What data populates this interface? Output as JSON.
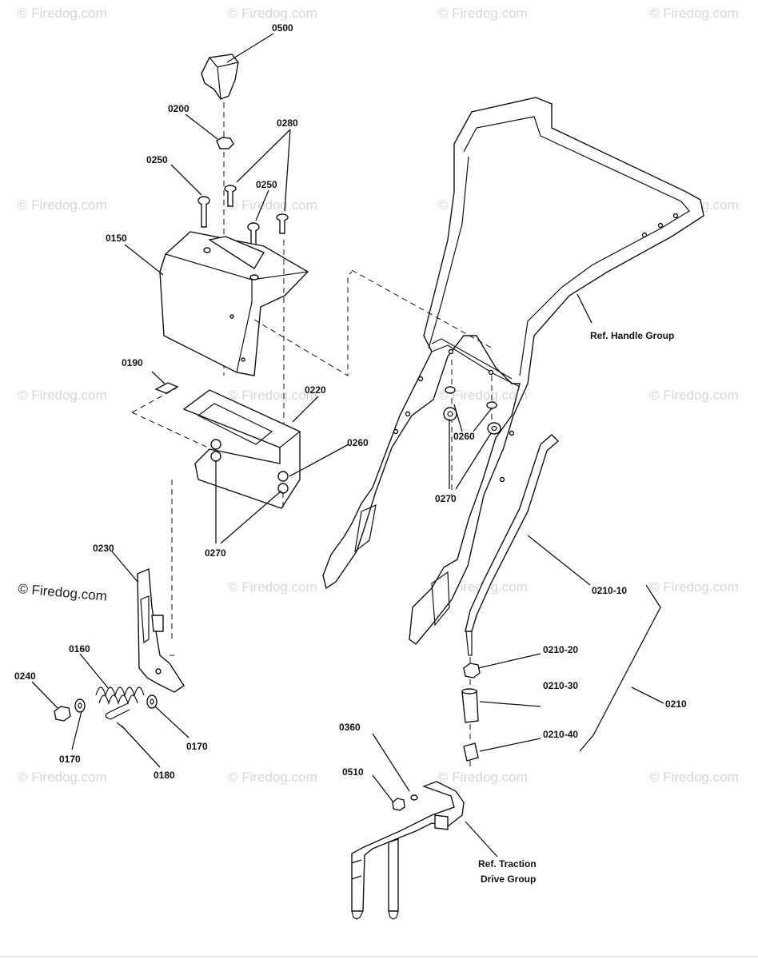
{
  "watermark": "© Firedog.com",
  "labels": {
    "p0500": "0500",
    "p0200": "0200",
    "p0280": "0280",
    "p0250a": "0250",
    "p0250b": "0250",
    "p0150": "0150",
    "p0190": "0190",
    "p0220": "0220",
    "p0260a": "0260",
    "p0270a": "0270",
    "p0230": "0230",
    "p0160": "0160",
    "p0240": "0240",
    "p0170a": "0170",
    "p0170b": "0170",
    "p0180": "0180",
    "handle_group": "Ref. Handle Group",
    "p0260b": "0260",
    "p0270b": "0270",
    "p0210_10": "0210-10",
    "p0210_20": "0210-20",
    "p0210_30": "0210-30",
    "p0210_40": "0210-40",
    "p0210": "0210",
    "p0360": "0360",
    "p0510": "0510",
    "traction_line1": "Ref. Traction",
    "traction_line2": "Drive Group"
  }
}
